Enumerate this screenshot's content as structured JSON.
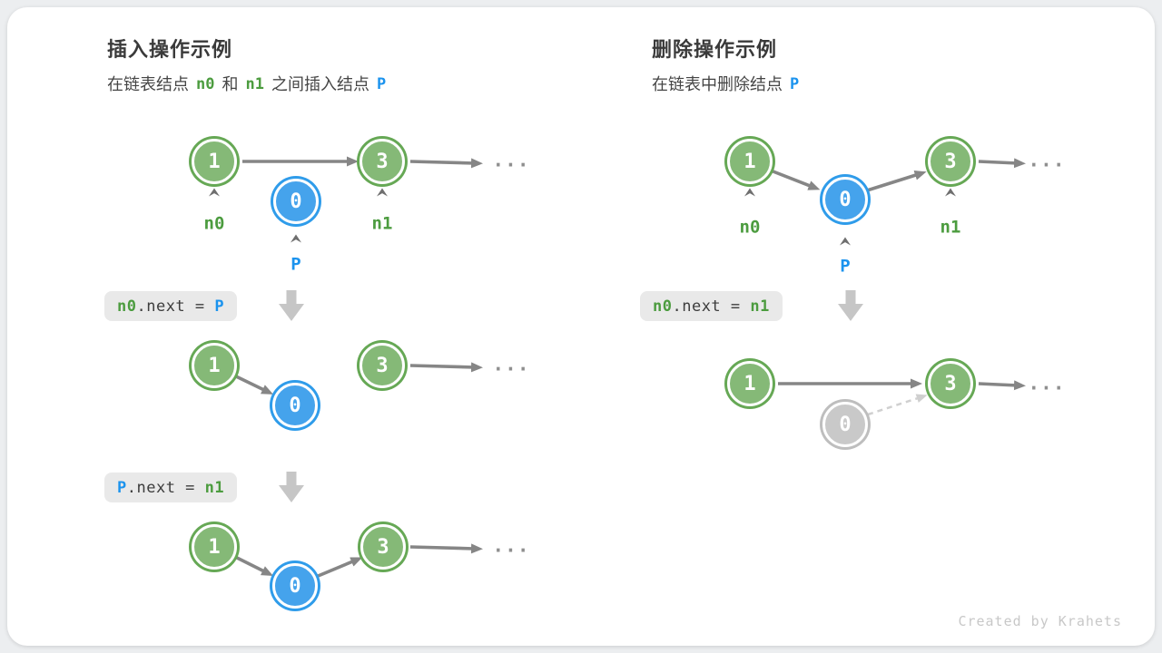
{
  "insert_panel": {
    "title": "插入操作示例",
    "subtitle": {
      "p1": "在链表结点",
      "n0": "n0",
      "p2": "和",
      "n1": "n1",
      "p3": "之间插入结点",
      "p": "P"
    },
    "code1": {
      "lhs": "n0",
      "mid": ".next = ",
      "rhs": "P"
    },
    "code2": {
      "lhs": "P",
      "mid": ".next = ",
      "rhs": "n1"
    }
  },
  "delete_panel": {
    "title": "删除操作示例",
    "subtitle": {
      "p1": "在链表中删除结点",
      "p": "P"
    },
    "code1": {
      "lhs": "n0",
      "mid": ".next = ",
      "rhs": "n1"
    }
  },
  "nodes": {
    "one": "1",
    "zero": "0",
    "three": "3"
  },
  "labels": {
    "n0": "n0",
    "n1": "n1",
    "p": "P"
  },
  "ellipsis": "...",
  "watermark": "Created by Krahets",
  "colors": {
    "green_fill": "#85B977",
    "green_ring": "#66A855",
    "blue_fill": "#45A3EC",
    "blue_ring": "#2F9CEA",
    "gray_fill": "#C9C9C9",
    "gray_ring": "#BEBEBE",
    "green_text": "#4C9C3F",
    "blue_text": "#1B93EE",
    "arrow": "#868686",
    "arrow_light": "#CFCFCF",
    "code_bg": "#E9E9E9",
    "block_arrow": "#C6C6C6"
  }
}
